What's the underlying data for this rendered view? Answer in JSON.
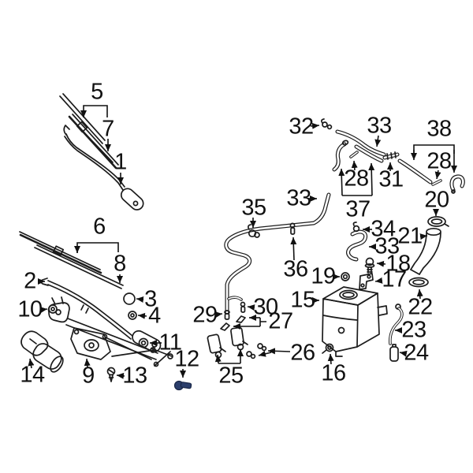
{
  "diagram": {
    "type": "parts-diagram",
    "colors": {
      "background": "#ffffff",
      "line": "#1c1c1c",
      "text": "#111111",
      "highlight": "#2b3e6b"
    },
    "highlighted_callout_label": "12",
    "callouts": [
      {
        "label": "1"
      },
      {
        "label": "2"
      },
      {
        "label": "3"
      },
      {
        "label": "4"
      },
      {
        "label": "5"
      },
      {
        "label": "6"
      },
      {
        "label": "7"
      },
      {
        "label": "8"
      },
      {
        "label": "9"
      },
      {
        "label": "10"
      },
      {
        "label": "11"
      },
      {
        "label": "12"
      },
      {
        "label": "13"
      },
      {
        "label": "14"
      },
      {
        "label": "15"
      },
      {
        "label": "16"
      },
      {
        "label": "17"
      },
      {
        "label": "18"
      },
      {
        "label": "19"
      },
      {
        "label": "20"
      },
      {
        "label": "21"
      },
      {
        "label": "22"
      },
      {
        "label": "23"
      },
      {
        "label": "24"
      },
      {
        "label": "25"
      },
      {
        "label": "26"
      },
      {
        "label": "27"
      },
      {
        "label": "28"
      },
      {
        "label": "28"
      },
      {
        "label": "29"
      },
      {
        "label": "30"
      },
      {
        "label": "31"
      },
      {
        "label": "32"
      },
      {
        "label": "33"
      },
      {
        "label": "33"
      },
      {
        "label": "33"
      },
      {
        "label": "34"
      },
      {
        "label": "35"
      },
      {
        "label": "36"
      },
      {
        "label": "37"
      },
      {
        "label": "38"
      }
    ]
  }
}
